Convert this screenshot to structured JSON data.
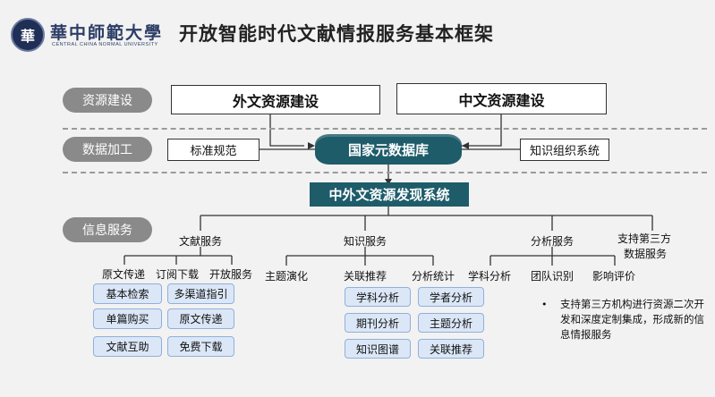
{
  "header": {
    "logo_glyph": "華",
    "university_name": "華中師範大學",
    "university_english": "CENTRAL CHINA NORMAL UNIVERSITY",
    "title": "开放智能时代文献情报服务基本框架"
  },
  "layers": {
    "resource": "资源建设",
    "processing": "数据加工",
    "service": "信息服务"
  },
  "resource_boxes": {
    "foreign": "外文资源建设",
    "chinese": "中文资源建设"
  },
  "processing": {
    "standard": "标准规范",
    "database": "国家元数据库",
    "knowledge_org": "知识组织系统"
  },
  "discovery_system": "中外文资源发现系统",
  "services": {
    "literature": {
      "label": "文献服务",
      "subs": [
        "原文传递",
        "订阅下载",
        "开放服务"
      ],
      "chips": [
        "基本检索",
        "多渠道指引",
        "单篇购买",
        "原文传递",
        "文献互助",
        "免费下载"
      ]
    },
    "knowledge": {
      "label": "知识服务",
      "subs": [
        "主题演化",
        "关联推荐",
        "分析统计"
      ],
      "chips": [
        "学科分析",
        "学者分析",
        "期刊分析",
        "主题分析",
        "知识图谱",
        "关联推荐"
      ]
    },
    "analysis": {
      "label": "分析服务",
      "subs": [
        "学科分析",
        "团队识别",
        "影响评价"
      ]
    },
    "third_party": {
      "label_line1": "支持第三方",
      "label_line2": "数据服务",
      "note_bullet": "•",
      "note": "支持第三方机构进行资源二次开发和深度定制集成，形成新的信息情报服务"
    }
  },
  "colors": {
    "pill": "#8a8a8a",
    "teal": "#1e5c6a",
    "chip_fill": "#dbe7f7",
    "chip_border": "#8fb0dc"
  }
}
